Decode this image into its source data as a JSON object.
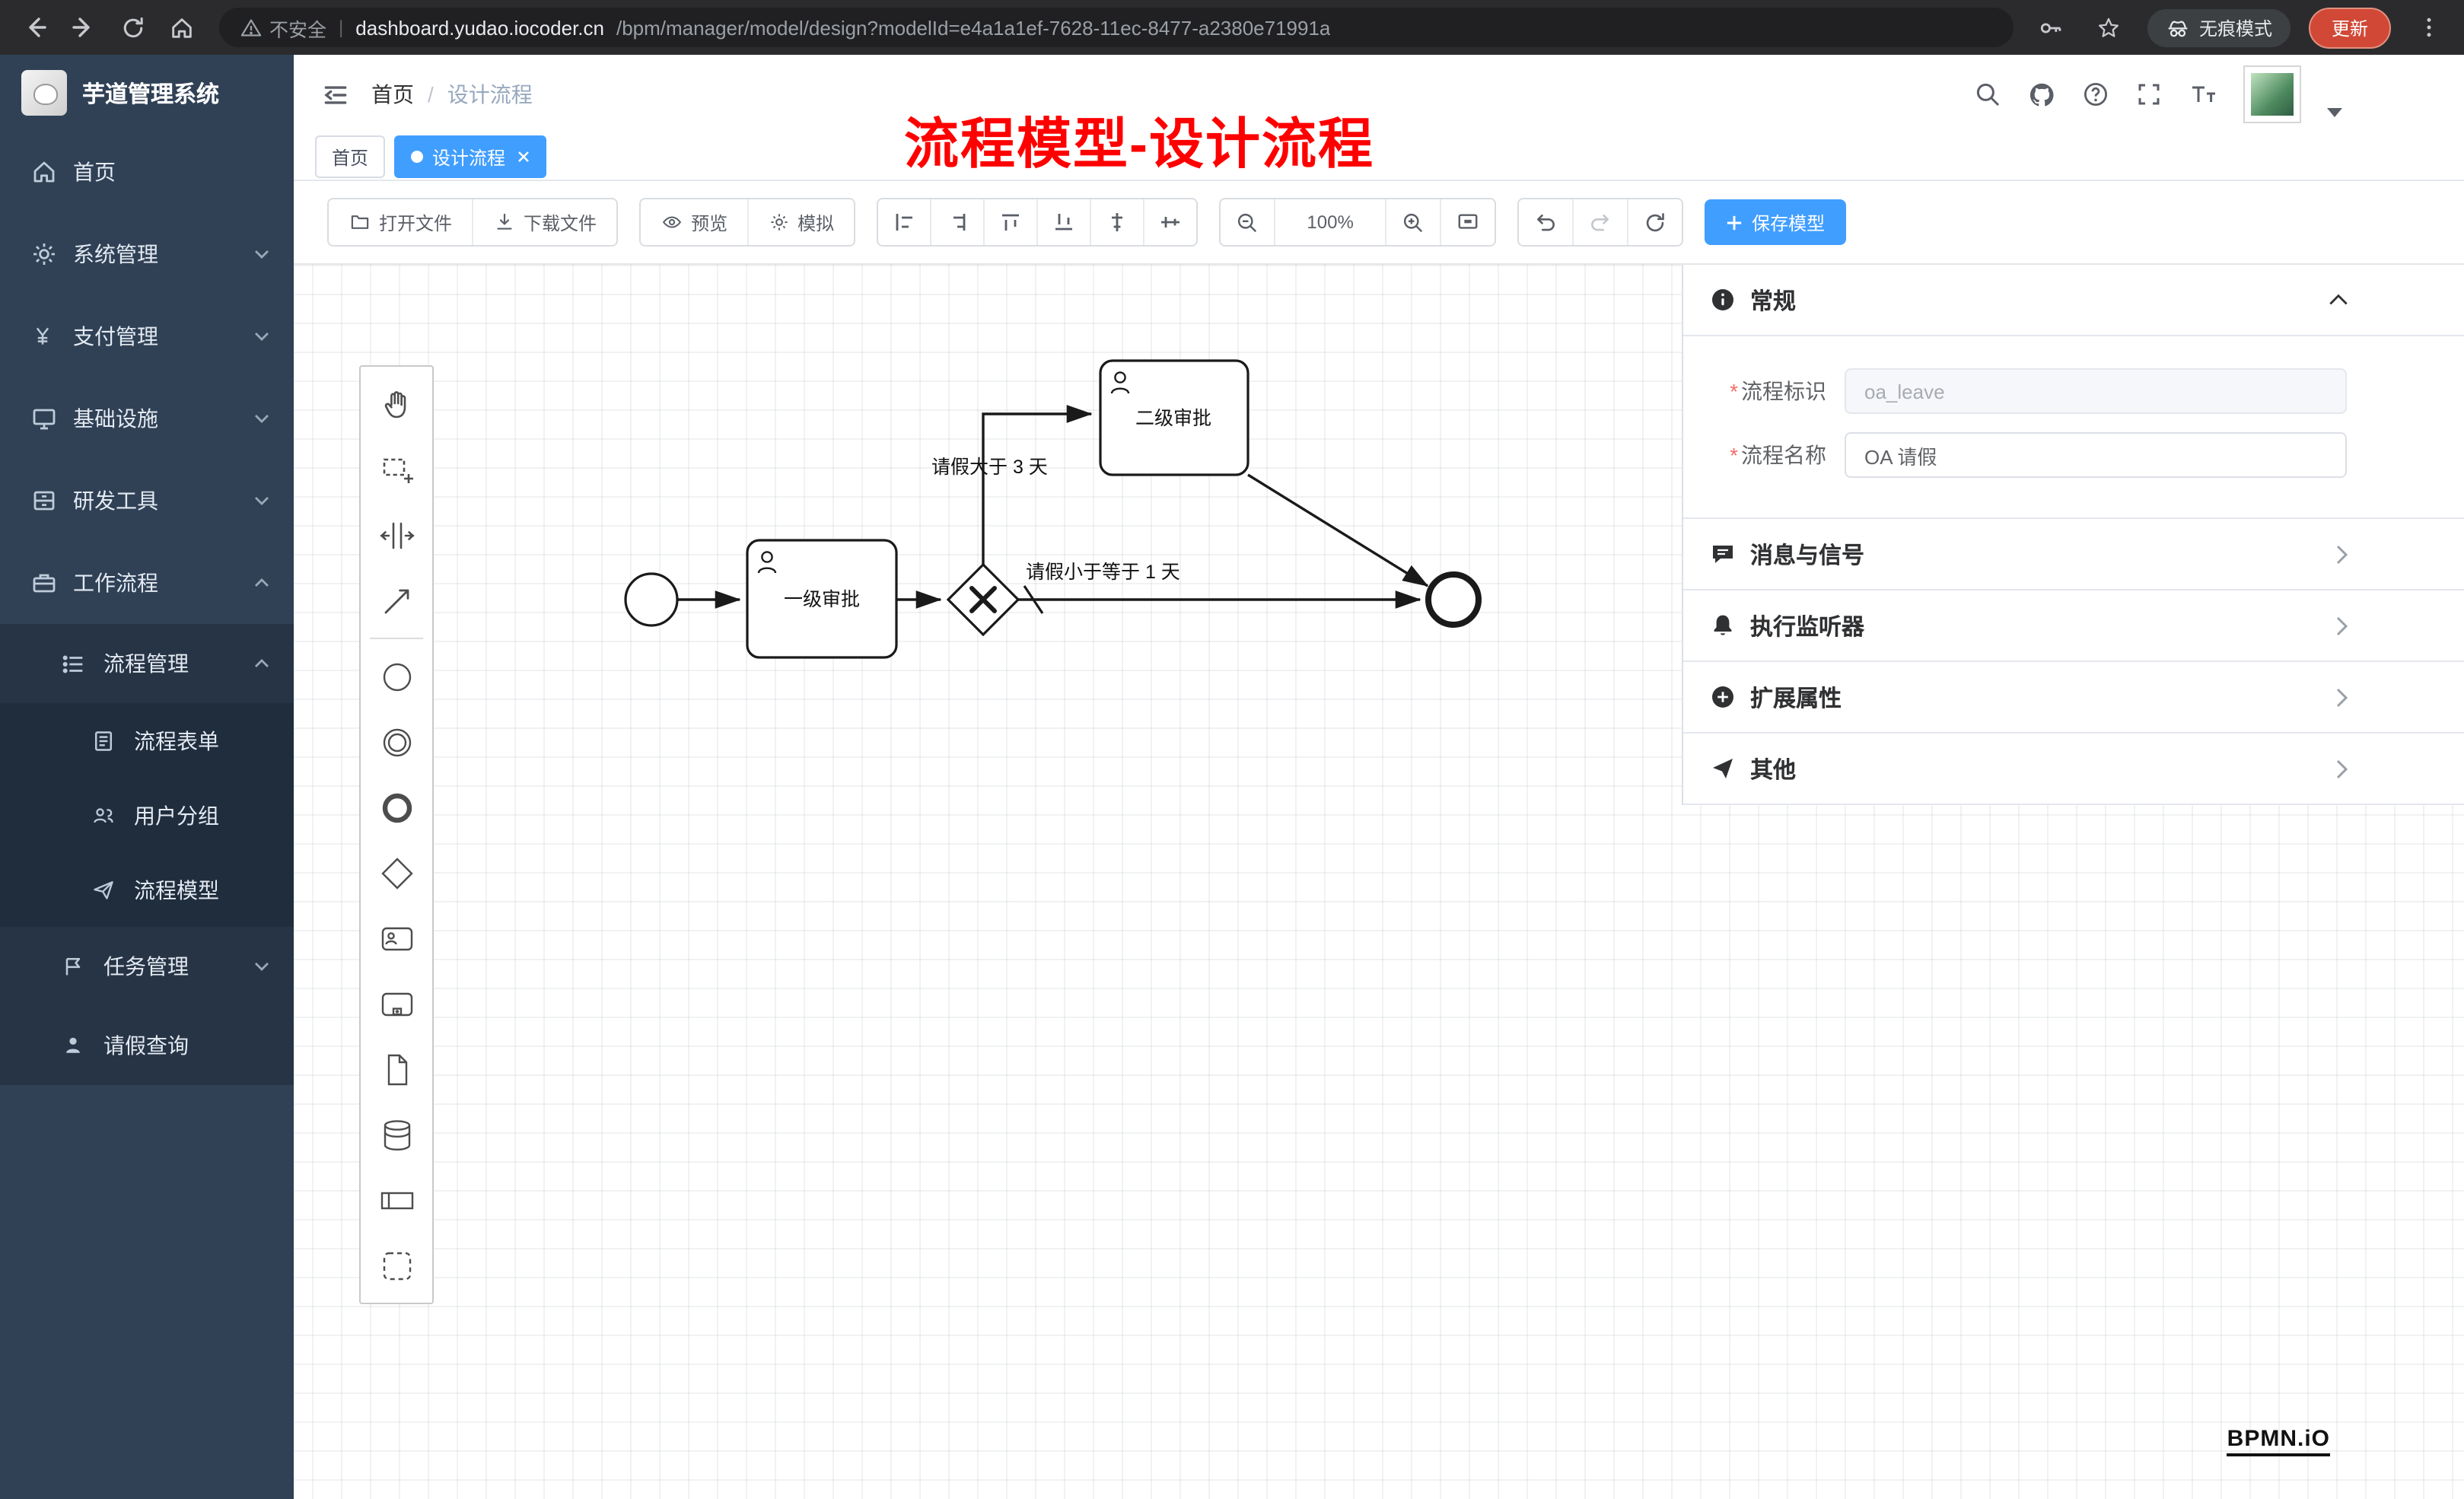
{
  "colors": {
    "accent": "#409eff",
    "annotation_red": "#ff0000",
    "sidebar_bg": "#304156",
    "update_button": "#d14836"
  },
  "browser": {
    "security": "不安全",
    "domain": "dashboard.yudao.iocoder.cn",
    "path": "/bpm/manager/model/design?modelId=e4a1a1ef-7628-11ec-8477-a2380e71991a",
    "incognito": "无痕模式",
    "update": "更新"
  },
  "sidebar": {
    "app_title": "芋道管理系统",
    "home": "首页",
    "system": "系统管理",
    "payment": "支付管理",
    "infra": "基础设施",
    "devtools": "研发工具",
    "workflow": "工作流程",
    "process_mgmt": "流程管理",
    "process_form": "流程表单",
    "user_group": "用户分组",
    "process_model": "流程模型",
    "task_mgmt": "任务管理",
    "leave_query": "请假查询"
  },
  "header": {
    "breadcrumb_home": "首页",
    "breadcrumb_separator": "/",
    "breadcrumb_current": "设计流程",
    "annotation": "流程模型-设计流程"
  },
  "tabs": {
    "home": "首页",
    "design": "设计流程"
  },
  "toolbar": {
    "open_file": "打开文件",
    "download_file": "下载文件",
    "preview": "预览",
    "simulate": "模拟",
    "zoom_level": "100%",
    "save_model": "保存模型"
  },
  "diagram": {
    "task1_label": "一级审批",
    "task2_label": "二级审批",
    "flow_gt_label": "请假大于 3 天",
    "flow_le_label": "请假小于等于 1 天"
  },
  "properties": {
    "general": "常规",
    "required_marker": "*",
    "process_key_label": "流程标识",
    "process_key_value": "oa_leave",
    "process_name_label": "流程名称",
    "process_name_value": "OA 请假",
    "messages_signals": "消息与信号",
    "execution_listeners": "执行监听器",
    "extended_attrs": "扩展属性",
    "other": "其他"
  },
  "watermark": "BPMN.iO"
}
